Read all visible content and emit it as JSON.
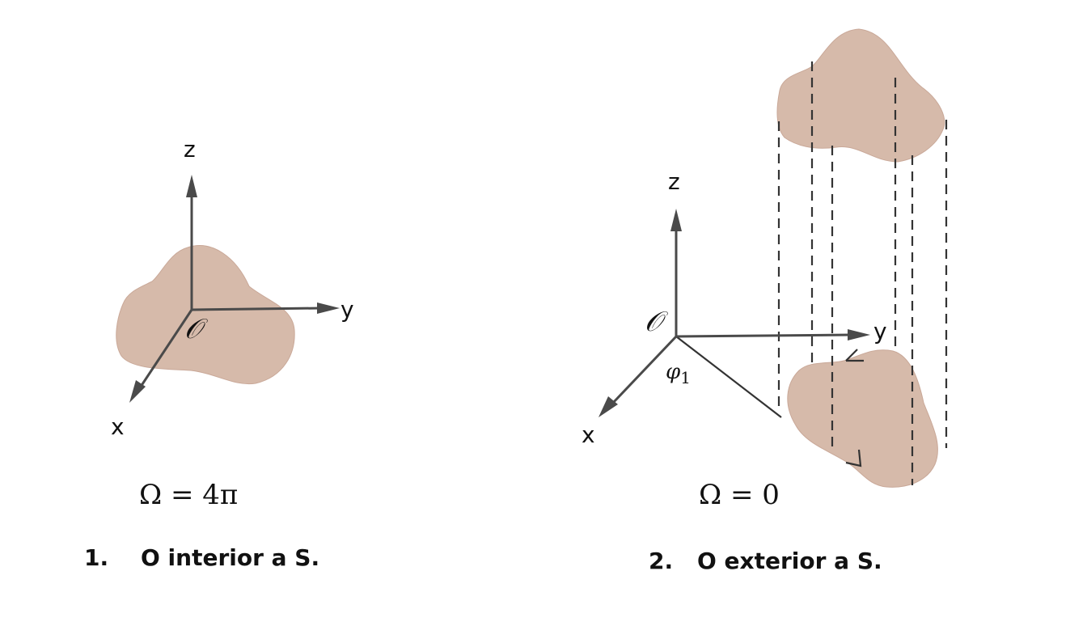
{
  "colors": {
    "surface_fill": "#d6baaa",
    "surface_edge": "#c9a898",
    "axis": "#4a4a4a",
    "text": "#111111"
  },
  "panel1": {
    "axes": {
      "x": "x",
      "y": "y",
      "z": "z"
    },
    "origin": "𝒪",
    "formula": "Ω = 4π",
    "caption_number": "1.",
    "caption_text": "O interior a S."
  },
  "panel2": {
    "axes": {
      "x": "x",
      "y": "y",
      "z": "z"
    },
    "origin": "𝒪",
    "angle_symbol": "φ",
    "angle_subscript": "1",
    "formula": "Ω = 0",
    "caption_number": "2.",
    "caption_text": "O exterior a S."
  }
}
